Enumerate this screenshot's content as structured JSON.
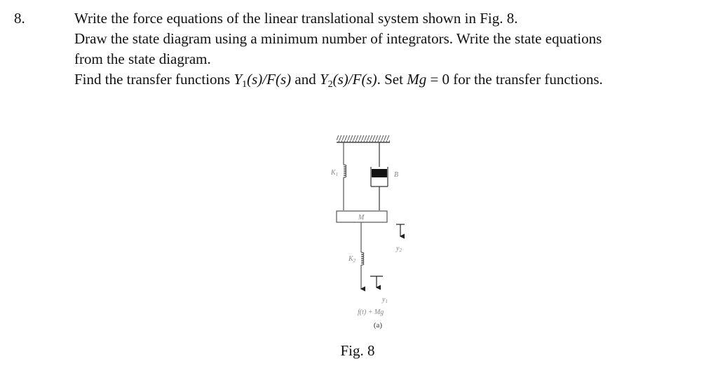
{
  "problem": {
    "number": "8.",
    "line1": "Write the force equations of the linear translational system shown in Fig. 8.",
    "line2": "Draw the state diagram using a minimum number of integrators. Write the state equations",
    "line3": "from the state diagram.",
    "line4_pre": "Find the transfer functions ",
    "tf1_var": "Y",
    "tf1_sub": "1",
    "tf1_rest": "(s)/F(s)",
    "tf_and": " and ",
    "tf2_var": "Y",
    "tf2_sub": "2",
    "tf2_rest": "(s)/F(s)",
    "set_text": ". Set ",
    "mg_text": "Mg",
    "eq_text": " = 0 for the transfer functions."
  },
  "figure": {
    "k1_label": "K",
    "k1_sub": "1",
    "b_label": "B",
    "m_label": "M",
    "k2_label": "K",
    "k2_sub": "2",
    "y2_label": "y",
    "y2_sub": "2",
    "y1_label": "y",
    "y1_sub": "1",
    "force_label": "f(t) + Mg",
    "subcaption": "(a)",
    "caption": "Fig. 8"
  }
}
